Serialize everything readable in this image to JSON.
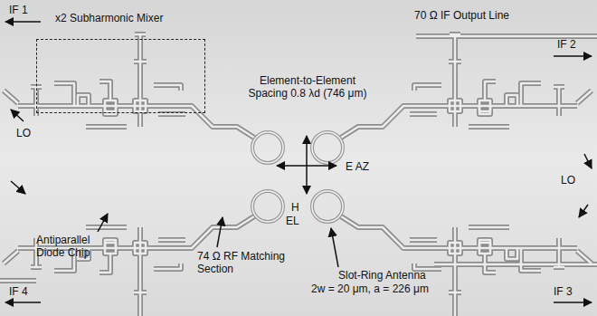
{
  "diagram": {
    "nodes": [
      {
        "text": [
          "x2 Subharmonic Mixer"
        ]
      }
    ],
    "labels": [
      "IF 1",
      "70 Ω IF Output Line",
      "IF 2",
      "Element-to-Element Spacing 0.8 λd (746 μm)",
      "E AZ",
      "H",
      "EL",
      "LO",
      "LO",
      "Antiparallel Diode Chip",
      "74 Ω RF Matching Section",
      "Slot-Ring Antenna",
      "2w = 20 μm, a = 226 μm",
      "IF 4",
      "IF 3"
    ]
  }
}
